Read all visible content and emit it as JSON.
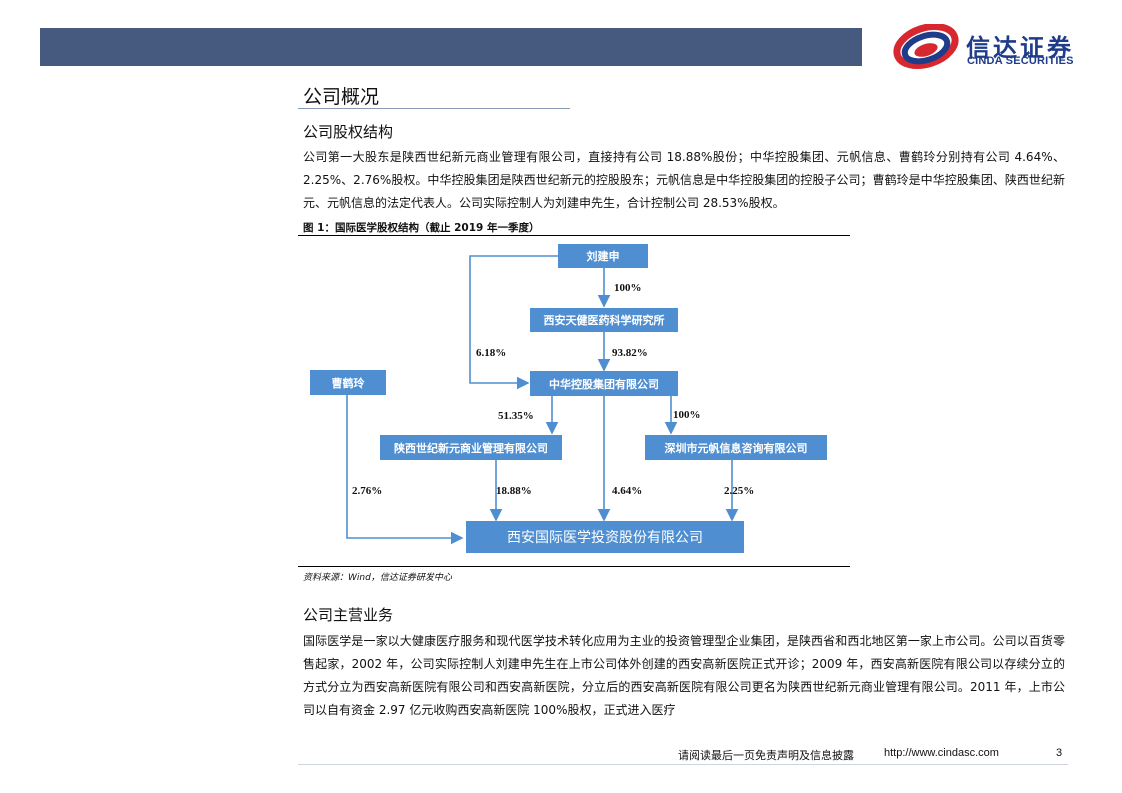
{
  "header": {
    "logo_cn": "信达证券",
    "logo_en": "CINDA SECURITIES",
    "colors": {
      "bar": "#465a80",
      "brand": "#1f3c8a",
      "logo_red": "#d8282f"
    }
  },
  "section": {
    "title": "公司概况",
    "sub1": "公司股权结构",
    "para1": "公司第一大股东是陕西世纪新元商业管理有限公司，直接持有公司 18.88%股份；中华控股集团、元帆信息、曹鹤玲分别持有公司 4.64%、2.25%、2.76%股权。中华控股集团是陕西世纪新元的控股股东；元帆信息是中华控股集团的控股子公司；曹鹤玲是中华控股集团、陕西世纪新元、元帆信息的法定代表人。公司实际控制人为刘建申先生，合计控制公司 28.53%股权。",
    "figure_caption": "图 1：国际医学股权结构（截止 2019 年一季度）",
    "source": "资料来源：Wind，信达证券研发中心",
    "sub2": "公司主营业务",
    "para2": "国际医学是一家以大健康医疗服务和现代医学技术转化应用为主业的投资管理型企业集团，是陕西省和西北地区第一家上市公司。公司以百货零售起家，2002 年，公司实际控制人刘建申先生在上市公司体外创建的西安高新医院正式开诊；2009 年，西安高新医院有限公司以存续分立的方式分立为西安高新医院有限公司和西安高新医院，分立后的西安高新医院有限公司更名为陕西世纪新元商业管理有限公司。2011 年，上市公司以自有资金 2.97 亿元收购西安高新医院 100%股权，正式进入医疗"
  },
  "diagram": {
    "node_color": "#4f8fd1",
    "nodes": {
      "liu": "刘建申",
      "institute": "西安天健医药科学研究所",
      "zhonghua": "中华控股集团有限公司",
      "cao": "曹鹤玲",
      "shaanxi": "陕西世纪新元商业管理有限公司",
      "shenzhen": "深圳市元帆信息咨询有限公司",
      "target": "西安国际医学投资股份有限公司"
    },
    "edges": {
      "liu_institute": "100%",
      "liu_zhonghua": "6.18%",
      "institute_zhonghua": "93.82%",
      "zhonghua_shaanxi": "51.35%",
      "zhonghua_shenzhen": "100%",
      "cao_target": "2.76%",
      "shaanxi_target": "18.88%",
      "zhonghua_target": "4.64%",
      "shenzhen_target": "2.25%"
    }
  },
  "footer": {
    "disclaimer": "请阅读最后一页免责声明及信息披露",
    "url": "http://www.cindasc.com",
    "page": "3"
  }
}
